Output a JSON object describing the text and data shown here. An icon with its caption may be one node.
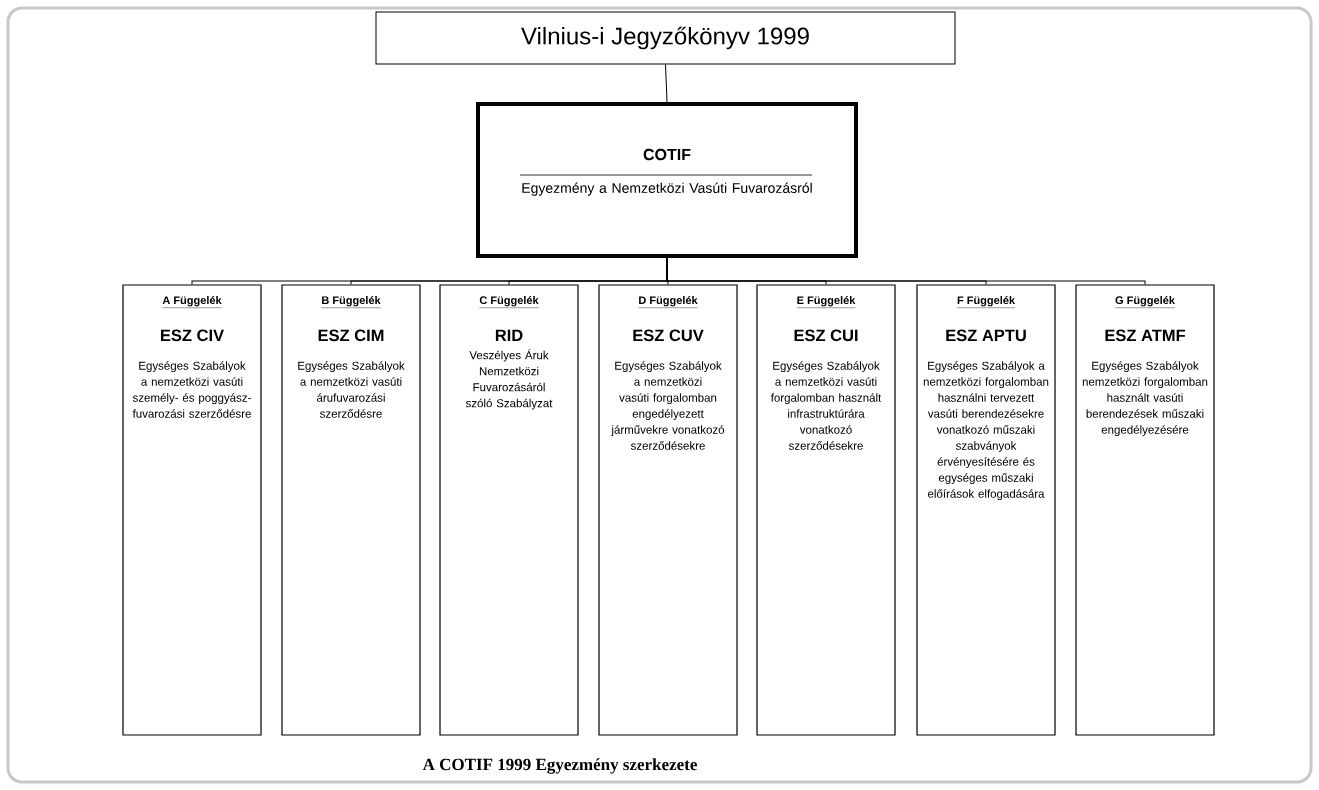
{
  "diagram": {
    "caption": "A COTIF 1999 Egyezmény szerkezete",
    "nodes": [
      {
        "text": [
          "Vilnius-i Jegyzőkönyv 1999"
        ]
      },
      {
        "text": [
          "COTIF",
          "Egyezmény a Nemzetközi Vasúti Fuvarozásról"
        ]
      },
      {
        "text": [
          "A Függelék",
          "ESZ CIV",
          "Egységes Szabályok a nemzetközi vasúti személy- és poggyász- fuvarozási szerződésre"
        ]
      },
      {
        "text": [
          "B Függelék",
          "ESZ CIM",
          "Egységes Szabályok a nemzetközi vasúti árufuvarozási szerződésre"
        ]
      },
      {
        "text": [
          "C Függelék",
          "RID",
          "Veszélyes Áruk Nemzetközi Fuvarozásáról szóló Szabályzat"
        ]
      },
      {
        "text": [
          "D Függelék",
          "ESZ CUV",
          "Egységes Szabályok a nemzetközi vasúti forgalomban engedélyezett járművekre vonatkozó szerződésekre"
        ]
      },
      {
        "text": [
          "E Függelék",
          "ESZ CUI",
          "Egységes Szabályok a nemzetközi vasúti forgalomban használt infrastruktúrára vonatkozó szerződésekre"
        ]
      },
      {
        "text": [
          "F Függelék",
          "ESZ APTU",
          "Egységes Szabályok a nemzetközi forgalomban használni tervezett vasúti berendezésekre vonatkozó műszaki szabványok érvényesítésére és egységes műszaki előírások elfogadására"
        ]
      },
      {
        "text": [
          "G Függelék",
          "ESZ ATMF",
          "Egységes Szabályok nemzetközi forgalomban használt vasúti berendezések műszaki engedélyezésére"
        ]
      }
    ],
    "edges": [
      {
        "from": 0,
        "to": 1,
        "arrow": "none"
      },
      {
        "from": 1,
        "to": 2,
        "arrow": "none"
      },
      {
        "from": 1,
        "to": 3,
        "arrow": "none"
      },
      {
        "from": 1,
        "to": 4,
        "arrow": "none"
      },
      {
        "from": 1,
        "to": 5,
        "arrow": "none"
      },
      {
        "from": 1,
        "to": 6,
        "arrow": "none"
      },
      {
        "from": 1,
        "to": 7,
        "arrow": "none"
      },
      {
        "from": 1,
        "to": 8,
        "arrow": "none"
      }
    ]
  }
}
